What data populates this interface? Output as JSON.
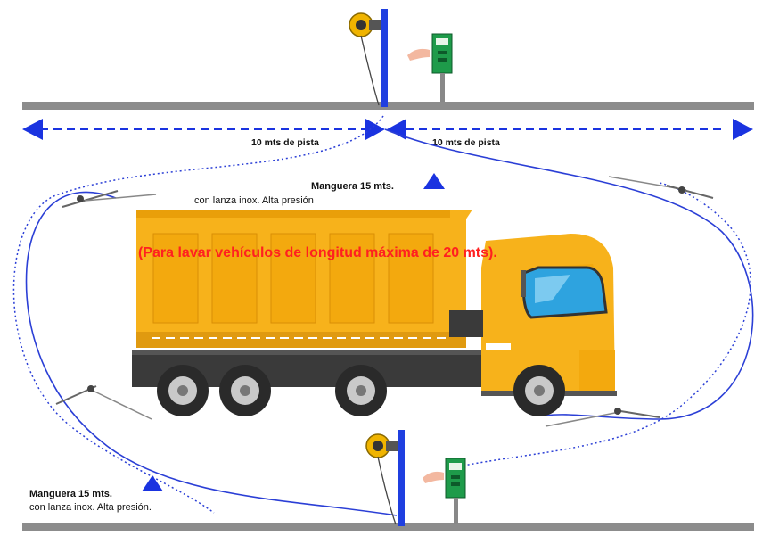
{
  "track": {
    "left_label": "10 mts de pista",
    "right_label": "10 mts de pista"
  },
  "hose_top": {
    "line1": "Manguera 15 mts.",
    "line2": "con lanza inox. Alta presión"
  },
  "hose_bottom": {
    "line1": "Manguera 15 mts.",
    "line2": "con lanza inox. Alta presión."
  },
  "caption": "(Para lavar vehículos de longitud máxima de 20 mts).",
  "colors": {
    "rail": "#8c8c8c",
    "arrow": "#1a33e0",
    "hose": "#2b3fd6",
    "pole": "#1f3fe0",
    "truck_body": "#f7b21b",
    "truck_panel": "#f3a90e",
    "chassis": "#3a3a3a",
    "caption": "#ff2020",
    "panel_green": "#1e9b4a",
    "reel": "#f0b400"
  },
  "icons": {
    "reel": "hose-reel-icon",
    "control": "coin-panel-icon",
    "hand": "hand-icon",
    "lance": "spray-lance-icon",
    "marker": "triangle-marker-icon"
  }
}
